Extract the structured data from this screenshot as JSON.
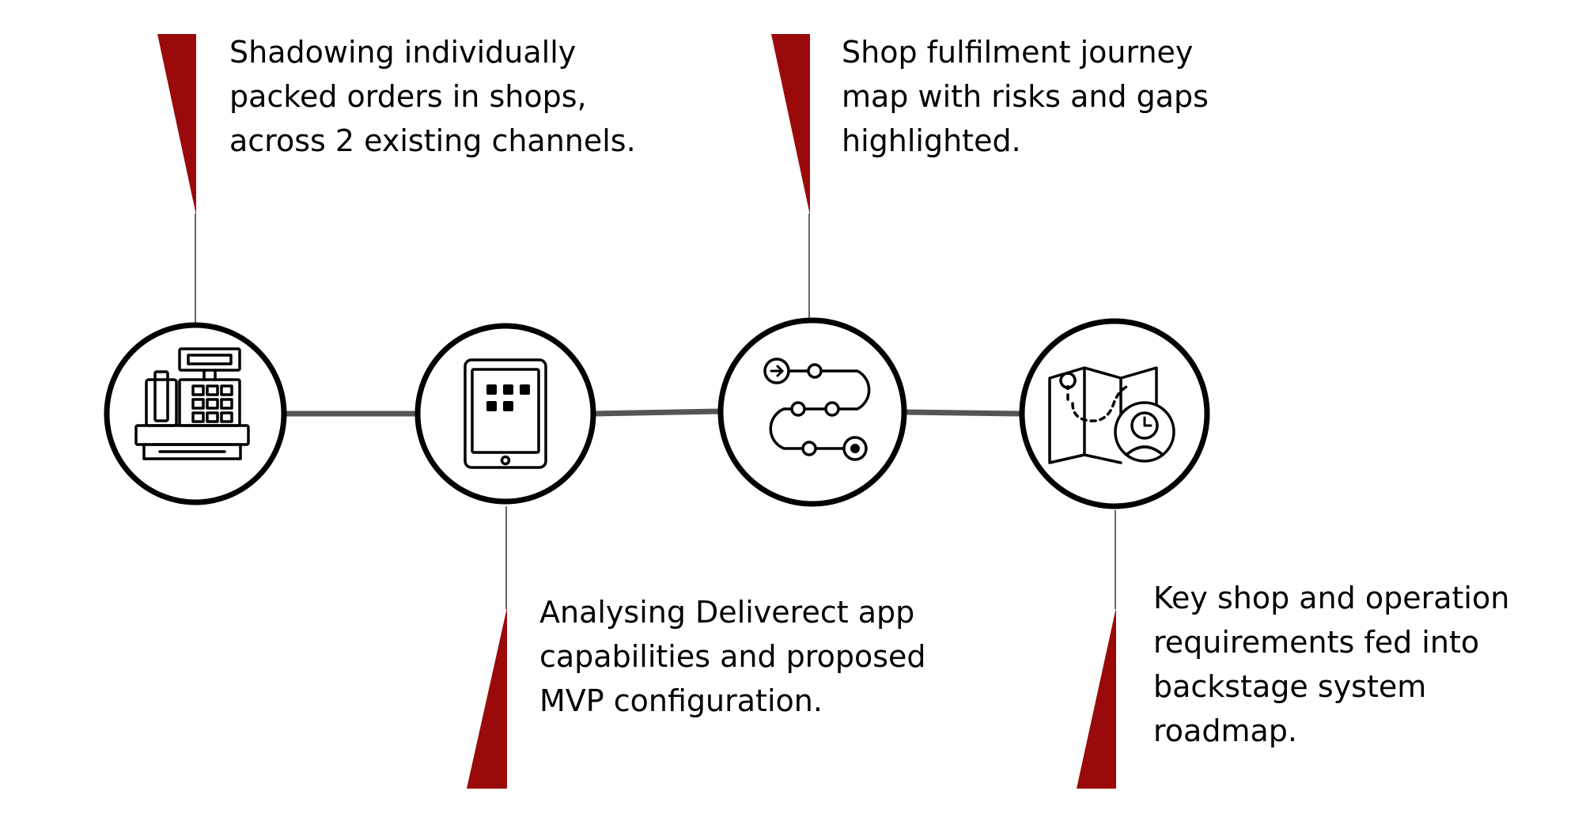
{
  "steps": [
    {
      "icon": "cash-register-icon",
      "caption": [
        "Shadowing individually",
        "packed orders in shops,",
        "across 2 existing channels."
      ]
    },
    {
      "icon": "tablet-app-icon",
      "caption": [
        "Analysing Deliverect app",
        "capabilities and proposed",
        "MVP configuration."
      ]
    },
    {
      "icon": "journey-flow-icon",
      "caption": [
        "Shop fulfilment journey",
        "map with risks and gaps",
        "highlighted."
      ]
    },
    {
      "icon": "map-roadmap-icon",
      "caption": [
        "Key shop and operation",
        "requirements fed into",
        "backstage system",
        "roadmap."
      ]
    }
  ],
  "colors": {
    "accent": "#9b0a0a",
    "stroke": "#000000",
    "connector": "#555555"
  }
}
